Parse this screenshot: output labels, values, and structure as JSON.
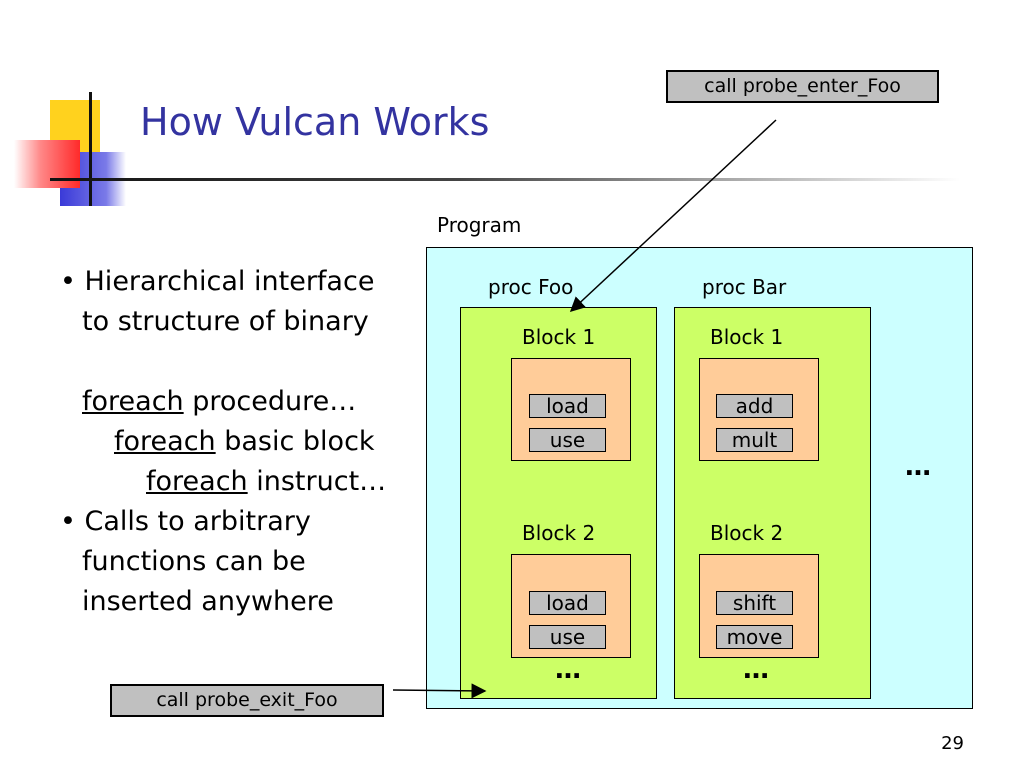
{
  "slide": {
    "title": "How Vulcan Works",
    "page_number": "29",
    "bullets": {
      "b1_line1": "• Hierarchical interface",
      "b1_line2": "to structure of binary",
      "fe1_kw": "foreach",
      "fe1_rest": " procedure…",
      "fe2_kw": "foreach",
      "fe2_rest": " basic block",
      "fe3_kw": "foreach",
      "fe3_rest": " instruct…",
      "b2_line1": "• Calls to arbitrary",
      "b2_line2": "functions can be",
      "b2_line3": "inserted anywhere"
    },
    "calls": {
      "enter": "call probe_enter_Foo",
      "exit": "call probe_exit_Foo"
    }
  },
  "diagram": {
    "program_label": "Program",
    "ellipsis_program": "…",
    "procs": [
      {
        "name": "proc Foo",
        "blocks": [
          {
            "label": "Block 1",
            "instructions": [
              "load",
              "use"
            ]
          },
          {
            "label": "Block 2",
            "instructions": [
              "load",
              "use"
            ]
          }
        ],
        "ellipsis": "…"
      },
      {
        "name": "proc Bar",
        "blocks": [
          {
            "label": "Block 1",
            "instructions": [
              "add",
              "mult"
            ]
          },
          {
            "label": "Block 2",
            "instructions": [
              "shift",
              "move"
            ]
          }
        ],
        "ellipsis": "…"
      }
    ]
  },
  "colors": {
    "title": "#3333a0",
    "program_bg": "#ccffff",
    "proc_bg": "#ccff66",
    "block_bg": "#ffcc99",
    "instr_bg": "#c0c0c0"
  }
}
